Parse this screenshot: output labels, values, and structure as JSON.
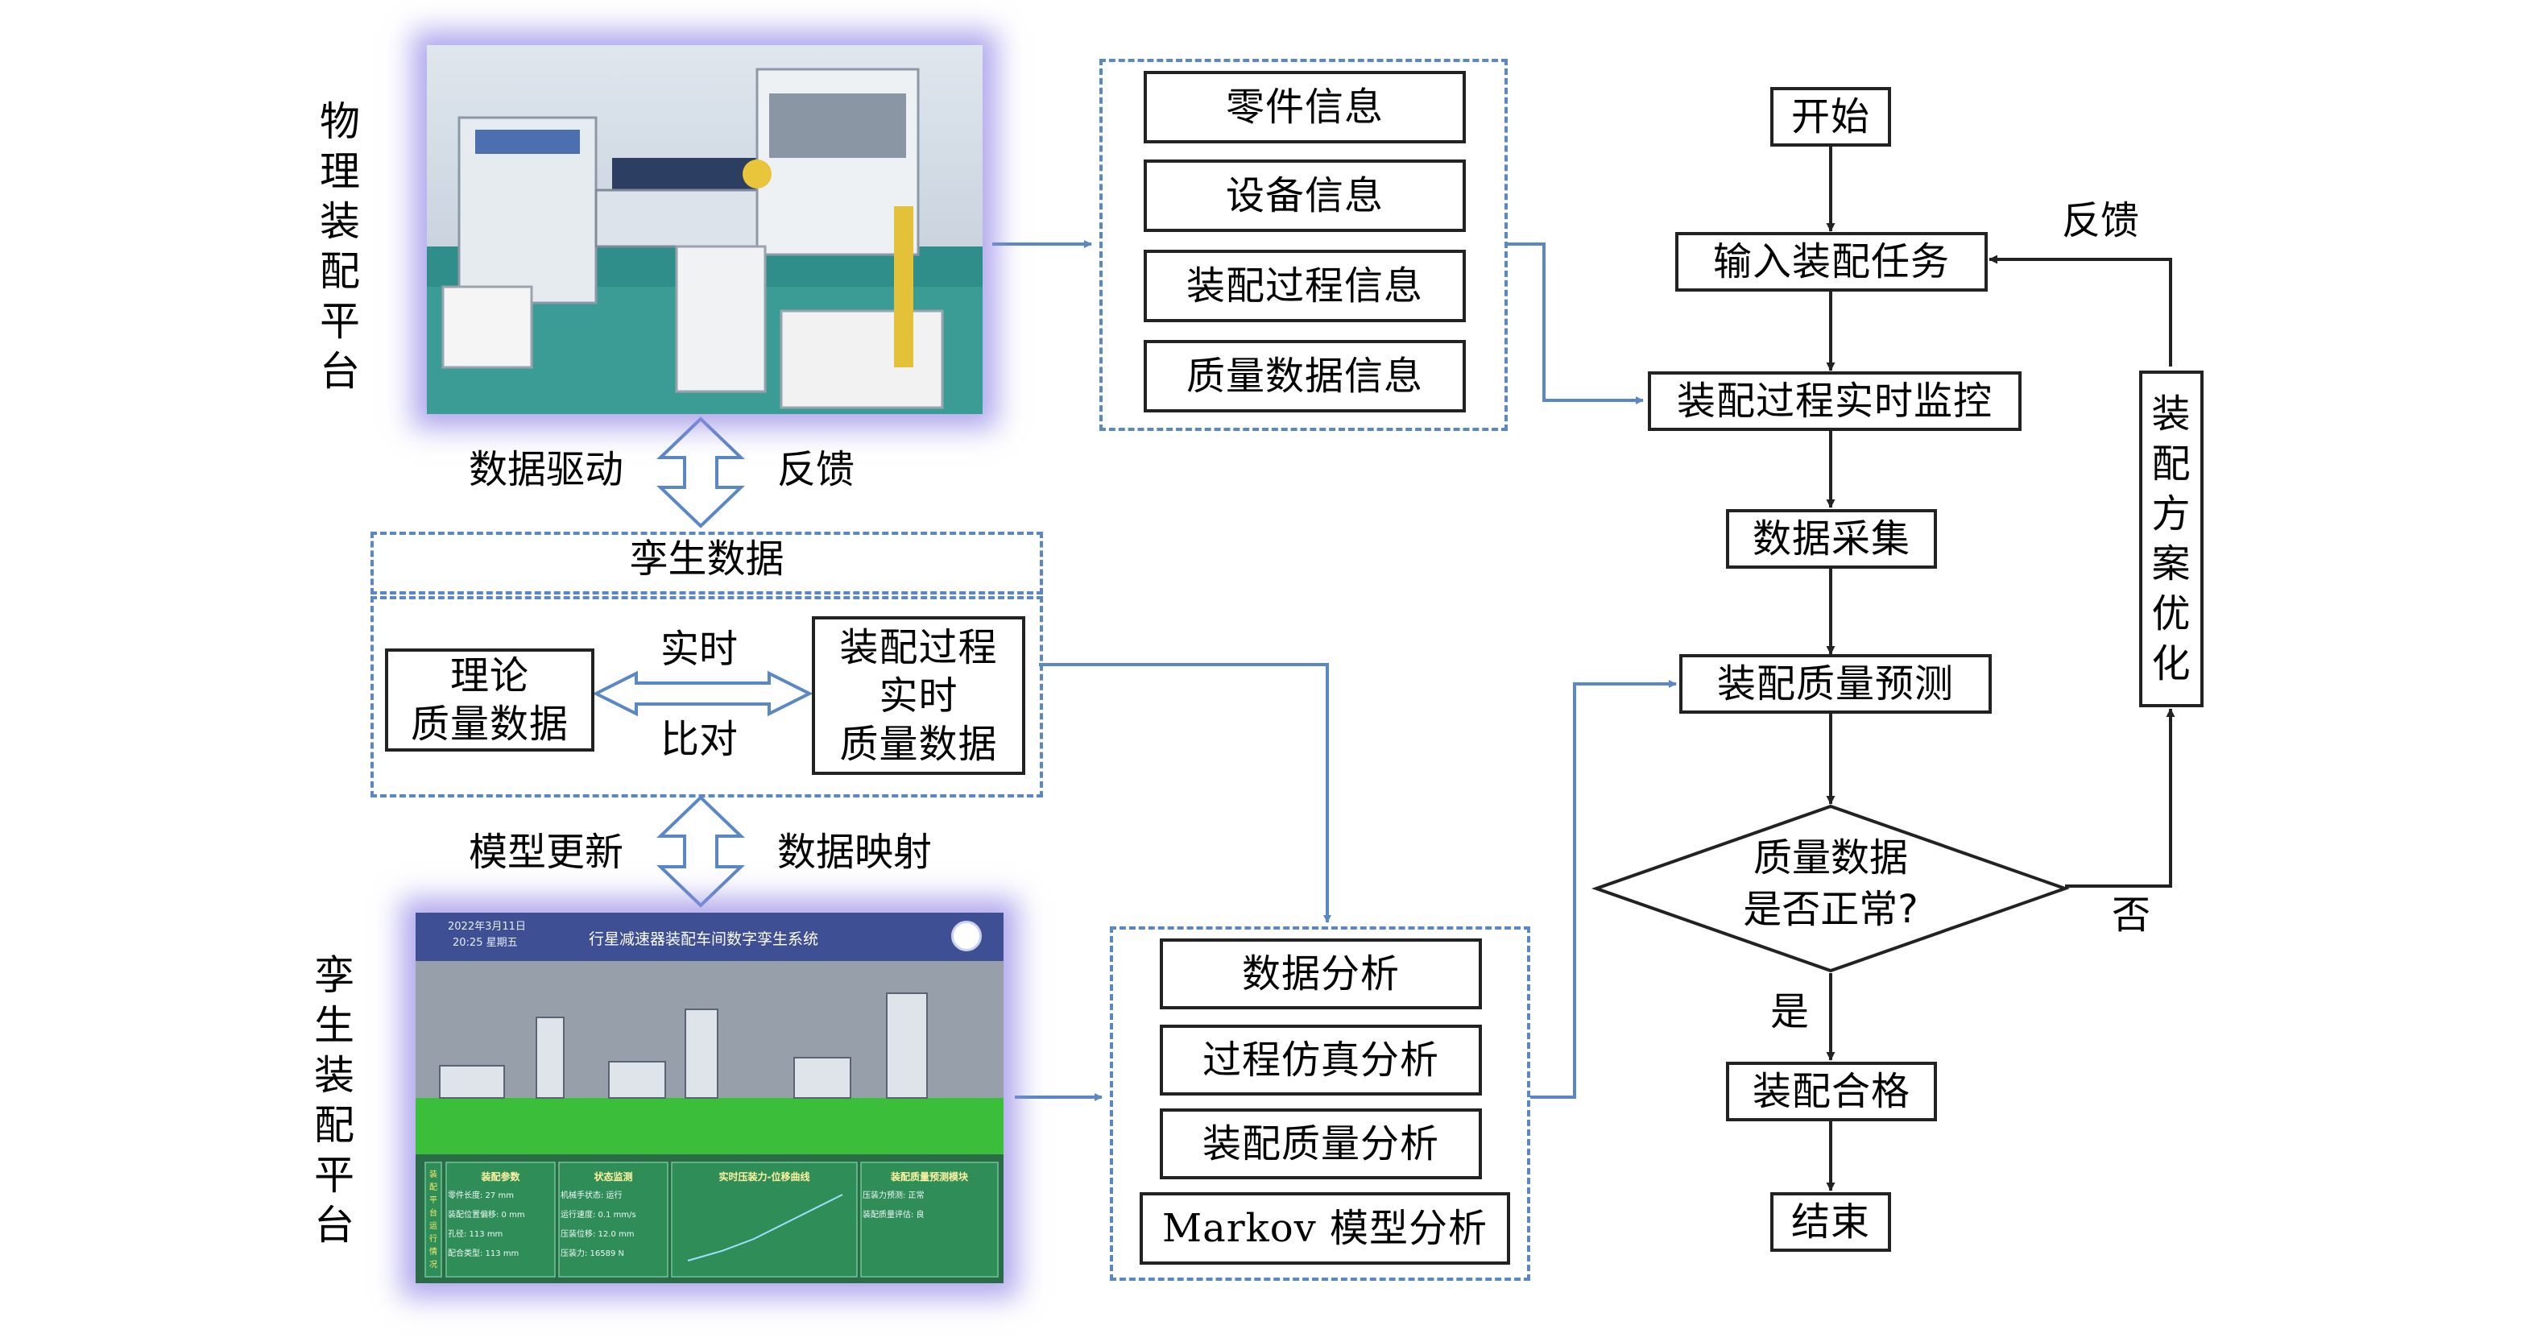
{
  "physical_platform": {
    "label_chars": [
      "物",
      "理",
      "装",
      "配",
      "平",
      "台"
    ]
  },
  "twin_platform": {
    "label_chars": [
      "孪",
      "生",
      "装",
      "配",
      "平",
      "台"
    ],
    "screen": {
      "date_text": "2022年3月11日",
      "time_text": "20:25  星期五",
      "system_title": "行星减速器装配车间数字孪生系统",
      "side_tab_chars": [
        "装",
        "配",
        "平",
        "台",
        "运",
        "行",
        "情",
        "况"
      ],
      "panels": [
        {
          "title": "装配参数",
          "rows": [
            "零件长度: 27 mm",
            "装配位置偏移: 0 mm",
            "孔径: 113 mm",
            "配合类型: 113 mm"
          ]
        },
        {
          "title": "状态监测",
          "rows": [
            "机械手状态: 运行",
            "运行速度: 0.1 mm/s",
            "压装位移: 12.0 mm",
            "压装力: 16589 N"
          ]
        },
        {
          "title": "实时压装力-位移曲线",
          "rows": []
        },
        {
          "title": "装配质量预测模块",
          "rows": [
            "压装力预测: 正常",
            "装配质量评估: 良"
          ]
        }
      ]
    }
  },
  "info_group_top": [
    "零件信息",
    "设备信息",
    "装配过程信息",
    "质量数据信息"
  ],
  "info_group_bottom": [
    "数据分析",
    "过程仿真分析",
    "装配质量分析",
    "Markov 模型分析"
  ],
  "twin_data": {
    "title": "孪生数据",
    "theory": [
      "理论",
      "质量数据"
    ],
    "realtime": [
      "装配过程",
      "实时",
      "质量数据"
    ],
    "compare_top": "实时",
    "compare_bottom": "比对"
  },
  "arrow_labels": {
    "data_drive": "数据驱动",
    "feedback_top": "反馈",
    "model_update": "模型更新",
    "data_mapping": "数据映射"
  },
  "flowchart": {
    "start": "开始",
    "input_task": "输入装配任务",
    "monitor": "装配过程实时监控",
    "collect": "数据采集",
    "predict": "装配质量预测",
    "decision": [
      "质量数据",
      "是否正常?"
    ],
    "yes": "是",
    "no": "否",
    "qualified": "装配合格",
    "end": "结束",
    "optimize_chars": [
      "装",
      "配",
      "方",
      "案",
      "优",
      "化"
    ],
    "feedback": "反馈"
  },
  "colors": {
    "blue_line": "#5a87c6",
    "dark_line": "#222222",
    "photo_glow": "#968ce6",
    "screen_header": "#3e4f93",
    "screen_ground": "#3bbf3b",
    "screen_panel": "#2f8d57"
  }
}
